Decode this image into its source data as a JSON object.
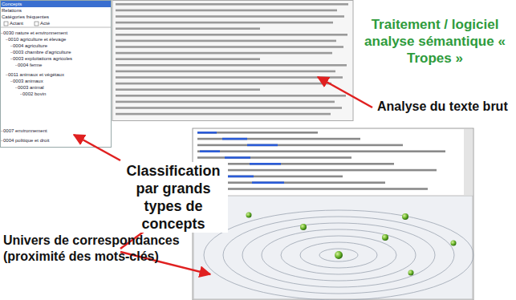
{
  "diagram": {
    "title": "Traitement / logiciel analyse sémantique « Tropes »",
    "labels": [
      "Analyse du texte brut",
      "Classification par grands types de concepts",
      "Univers de correspondances (proximité des mots-clés)",
      "Concepts",
      "Relations",
      "Catégories fréquentes",
      "Actant",
      "Acté",
      "0030 nature et environnement",
      "0010 agriculture et élevage",
      "0004 agriculture",
      "0003 chambre d'agriculture",
      "0003 exploitations agricoles",
      "0004 ferme",
      "0011 animaux et végétaux",
      "0003 animaux",
      "0003 animal",
      "0002 bovin",
      "0007 environnement",
      "0004 politique et droit"
    ]
  }
}
